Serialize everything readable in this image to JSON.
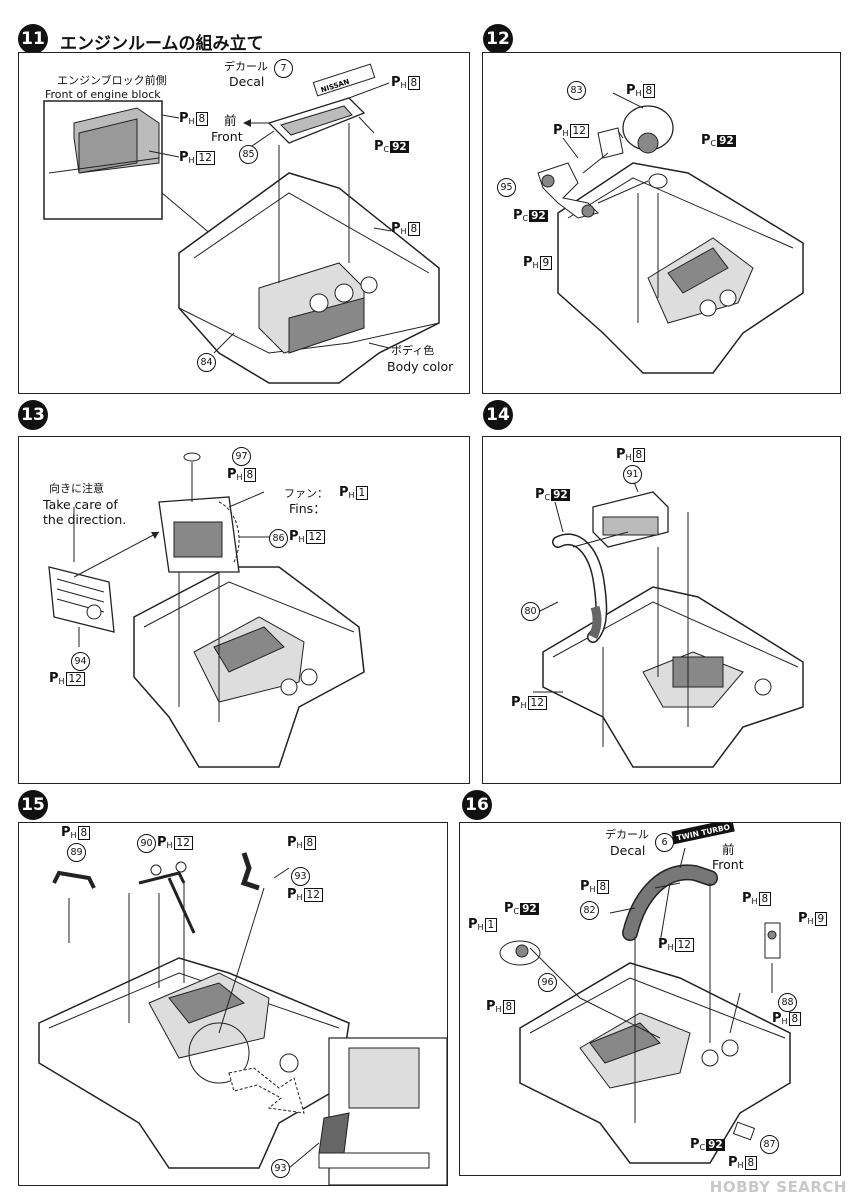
{
  "steps": [
    {
      "num": "11",
      "title": "エンジンルームの組み立て"
    },
    {
      "num": "12"
    },
    {
      "num": "13"
    },
    {
      "num": "14"
    },
    {
      "num": "15"
    },
    {
      "num": "16"
    }
  ],
  "p11": {
    "inset_jp": "エンジンブロック前側",
    "inset_en": "Front of engine block",
    "decal_jp": "デカール",
    "decal_en": "Decal",
    "decal_num": "7",
    "front_jp": "前",
    "front_en": "Front",
    "decal_word": "NISSAN",
    "part85": "85",
    "part84": "84",
    "body_jp": "ボディ色",
    "body_en": "Body color",
    "ph8": "8",
    "ph12": "12",
    "pc92": "92"
  },
  "p12": {
    "part83": "83",
    "part95": "95",
    "ph8": "8",
    "ph12": "12",
    "ph9": "9",
    "pc92": "92"
  },
  "p13": {
    "part97": "97",
    "part86": "86",
    "part94": "94",
    "care_jp": "向きに注意",
    "care_en1": "Take care of",
    "care_en2": "the direction.",
    "fan_jp": "ファン：",
    "fins_en": "Fins：",
    "ph8": "8",
    "ph12": "12",
    "ph1": "1"
  },
  "p14": {
    "part91": "91",
    "part80": "80",
    "ph8": "8",
    "ph12": "12",
    "pc92": "92"
  },
  "p15": {
    "part89": "89",
    "part90": "90",
    "part93": "93",
    "ph8": "8",
    "ph12": "12"
  },
  "p16": {
    "decal_jp": "デカール",
    "decal_en": "Decal",
    "decal_num": "6",
    "front_jp": "前",
    "front_en": "Front",
    "decal_word": "TWIN TURBO",
    "part82": "82",
    "part96": "96",
    "part88": "88",
    "part87": "87",
    "ph8": "8",
    "ph12": "12",
    "ph9": "9",
    "ph1": "1",
    "pc92": "92"
  },
  "watermark": "HOBBY SEARCH"
}
